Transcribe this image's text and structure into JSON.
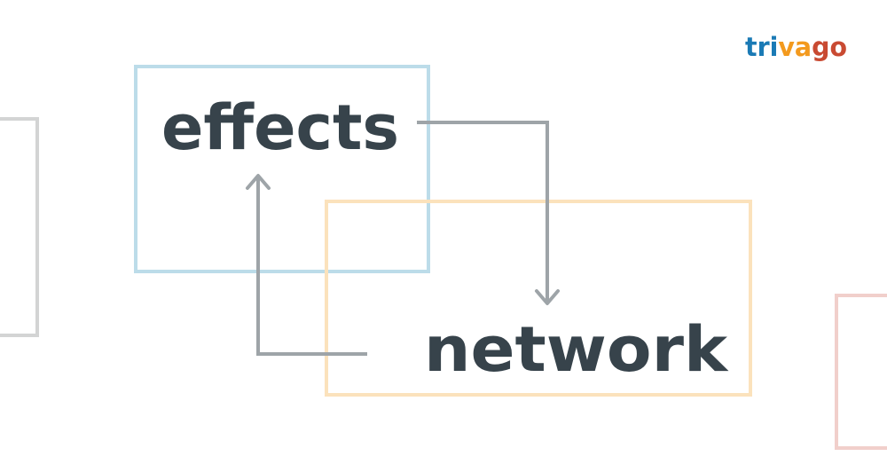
{
  "diagram": {
    "top_word": "effects",
    "bottom_word": "network"
  },
  "logo": {
    "parts": [
      "tri",
      "va",
      "go"
    ]
  },
  "colors": {
    "background": "#ffffff",
    "text": "#37434b",
    "arrow": "#9ea4a8",
    "blue_frame": "#bcdce9",
    "orange_frame": "#fbe2bc",
    "gray_frame": "#d3d4d4",
    "pink_frame": "#f1cfcb",
    "logo_blue": "#1a7ab5",
    "logo_orange": "#f39a1e",
    "logo_red": "#c94a32"
  }
}
